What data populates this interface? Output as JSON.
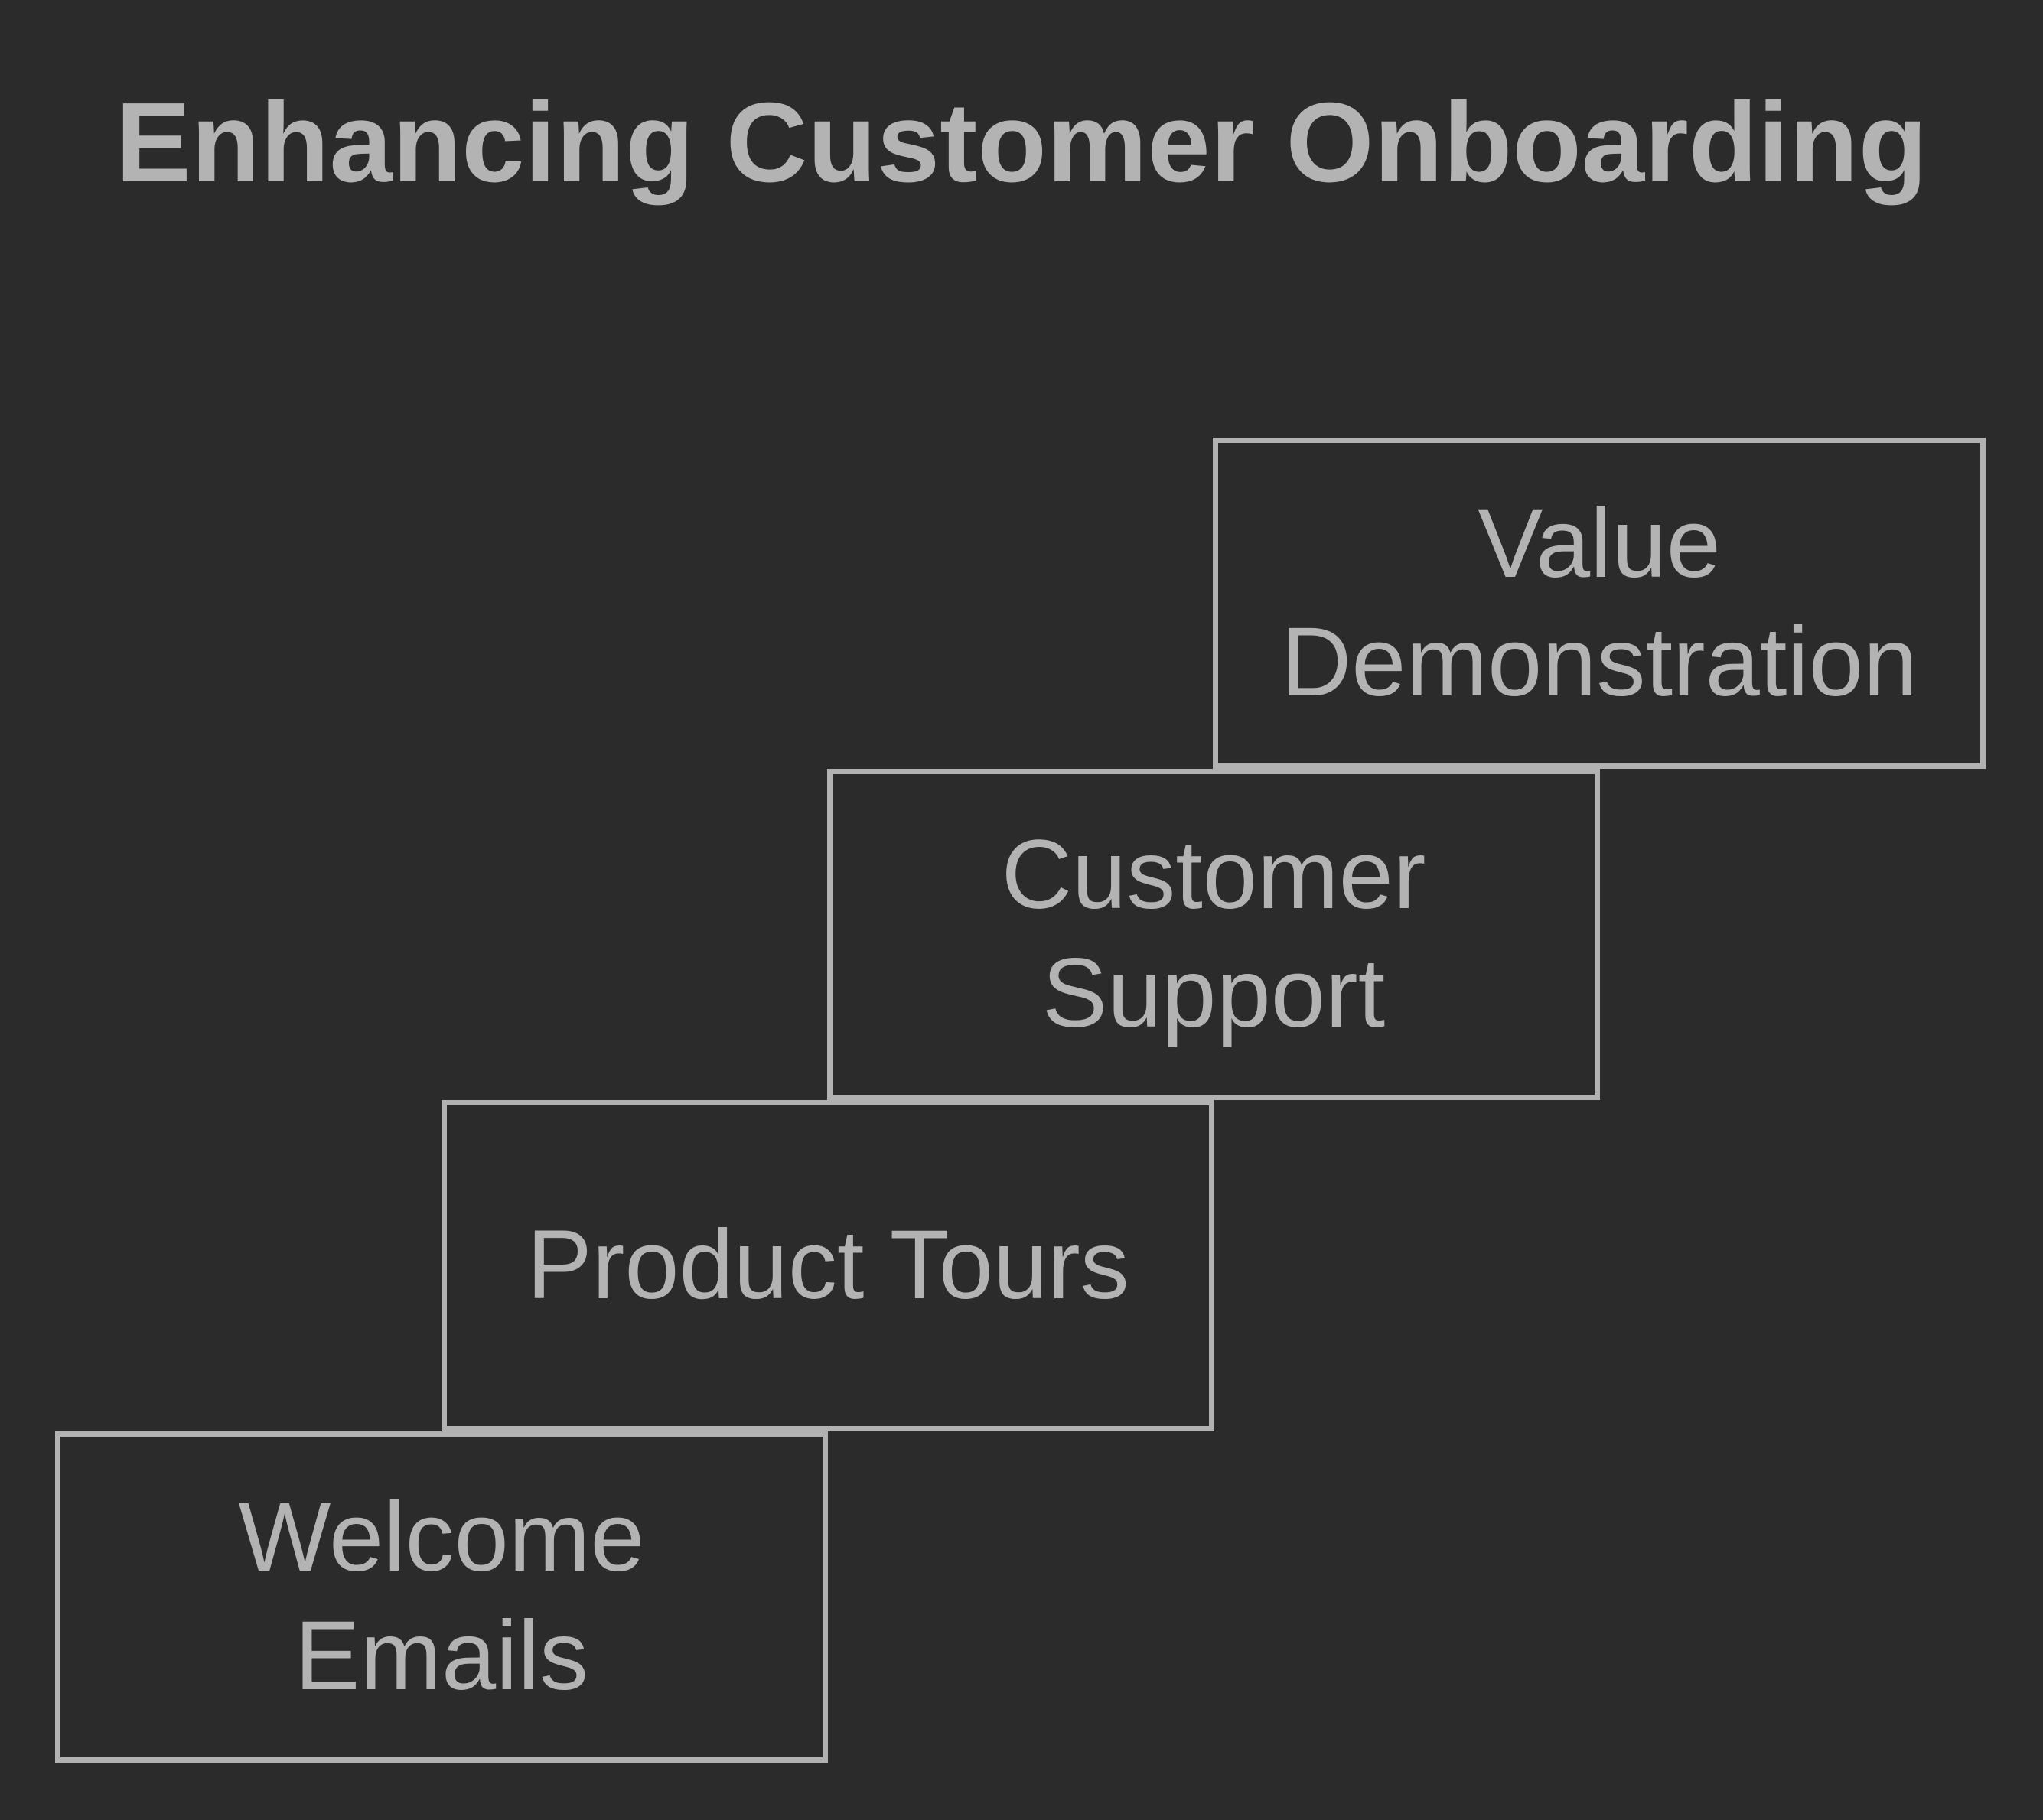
{
  "title": "Enhancing Customer Onboarding",
  "colors": {
    "background": "#2b2b2b",
    "line": "#b2b2b2",
    "text": "#b3b3b3",
    "title": "#b3b3b3"
  },
  "steps": [
    {
      "id": "welcome-emails",
      "label": "Welcome\nEmails"
    },
    {
      "id": "product-tours",
      "label": "Product Tours"
    },
    {
      "id": "customer-support",
      "label": "Customer\nSupport"
    },
    {
      "id": "value-demonstration",
      "label": "Value\nDemonstration"
    }
  ]
}
